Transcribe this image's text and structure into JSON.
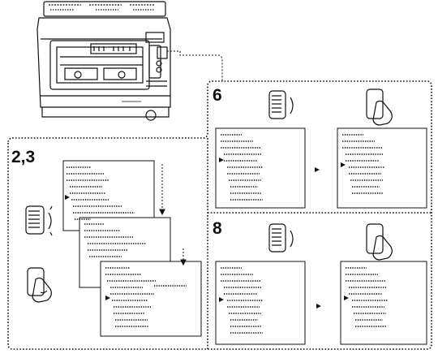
{
  "steps": {
    "step_2_3": "2,3",
    "step_6": "6",
    "step_8": "8"
  },
  "colors": {
    "ink": "#111111",
    "paper": "#ffffff"
  },
  "icons": [
    "camcorder-device-icon",
    "dial-icon",
    "press-button-hand-icon",
    "menu-screen-icon",
    "arrow-icon"
  ]
}
